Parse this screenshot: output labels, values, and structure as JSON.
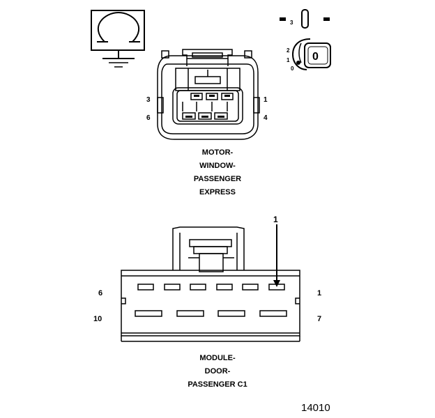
{
  "upper_connector": {
    "pin_labels": {
      "top_left": "3",
      "top_right": "1",
      "bottom_left": "6",
      "bottom_right": "4"
    },
    "caption": [
      "MOTOR-",
      "WINDOW-",
      "PASSENGER",
      "EXPRESS"
    ]
  },
  "key_switch": {
    "position_labels": [
      "3",
      "2",
      "1",
      "0"
    ],
    "key_letter": "0"
  },
  "lower_connector": {
    "pin_labels": {
      "top_left": "6",
      "top_right": "1",
      "bottom_left": "10",
      "bottom_right": "7"
    },
    "callout": "1",
    "caption": [
      "MODULE-",
      "DOOR-",
      "PASSENGER C1"
    ]
  },
  "figure_number": "14010",
  "icons": [
    "ohmmeter-ground-icon",
    "key-switch-icon",
    "callout-arrow-icon"
  ]
}
